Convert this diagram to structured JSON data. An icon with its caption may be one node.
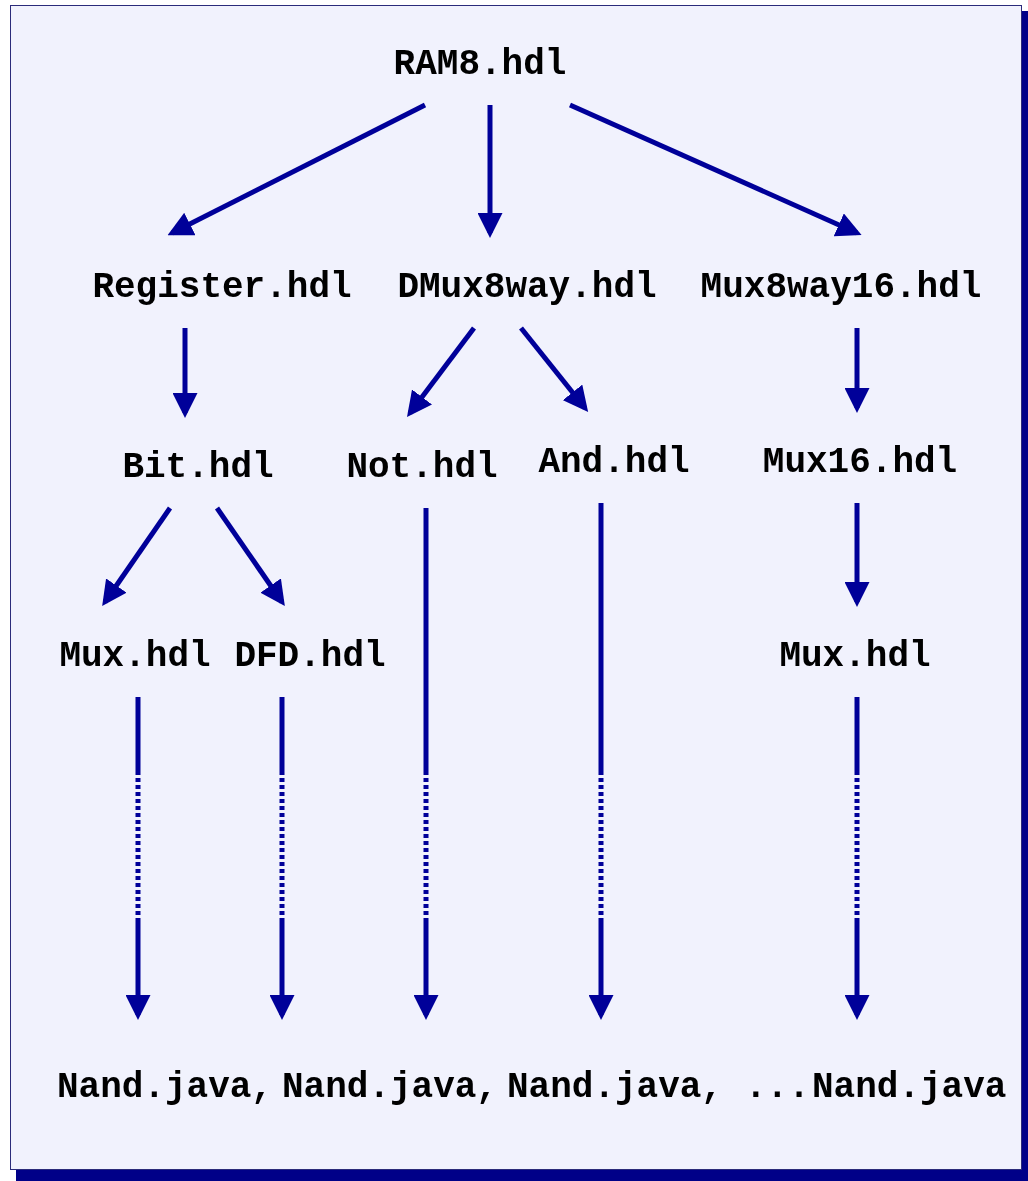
{
  "diagram": {
    "nodes": [
      {
        "text": [
          "RAM8.hdl"
        ]
      },
      {
        "text": [
          "Register.hdl"
        ]
      },
      {
        "text": [
          "DMux8way.hdl"
        ]
      },
      {
        "text": [
          "Mux8way16.hdl"
        ]
      },
      {
        "text": [
          "Bit.hdl"
        ]
      },
      {
        "text": [
          "Not.hdl"
        ]
      },
      {
        "text": [
          "And.hdl"
        ]
      },
      {
        "text": [
          "Mux16.hdl"
        ]
      },
      {
        "text": [
          "Mux.hdl"
        ]
      },
      {
        "text": [
          "DFD.hdl"
        ]
      },
      {
        "text": [
          "Mux.hdl"
        ]
      }
    ],
    "edges": [
      {
        "from": 0,
        "to": 1,
        "arrow": "to"
      },
      {
        "from": 0,
        "to": 2,
        "arrow": "to"
      },
      {
        "from": 0,
        "to": 3,
        "arrow": "to"
      },
      {
        "from": 1,
        "to": 4,
        "arrow": "to"
      },
      {
        "from": 2,
        "to": 5,
        "arrow": "to"
      },
      {
        "from": 2,
        "to": 6,
        "arrow": "to"
      },
      {
        "from": 3,
        "to": 7,
        "arrow": "to"
      },
      {
        "from": 4,
        "to": 8,
        "arrow": "to"
      },
      {
        "from": 4,
        "to": 9,
        "arrow": "to"
      },
      {
        "from": 5,
        "to": null,
        "arrow": "to",
        "style": "dashed"
      },
      {
        "from": 6,
        "to": null,
        "arrow": "to",
        "style": "dashed"
      },
      {
        "from": 7,
        "to": 10,
        "arrow": "to"
      },
      {
        "from": 8,
        "to": null,
        "arrow": "to",
        "style": "dashed"
      },
      {
        "from": 9,
        "to": null,
        "arrow": "to",
        "style": "dashed"
      },
      {
        "from": 10,
        "to": null,
        "arrow": "to",
        "style": "dashed"
      }
    ],
    "labels": [
      "Nand.java",
      ",",
      "Nand.java",
      ",",
      "Nand.java",
      ",",
      "...",
      "Nand.java"
    ]
  }
}
